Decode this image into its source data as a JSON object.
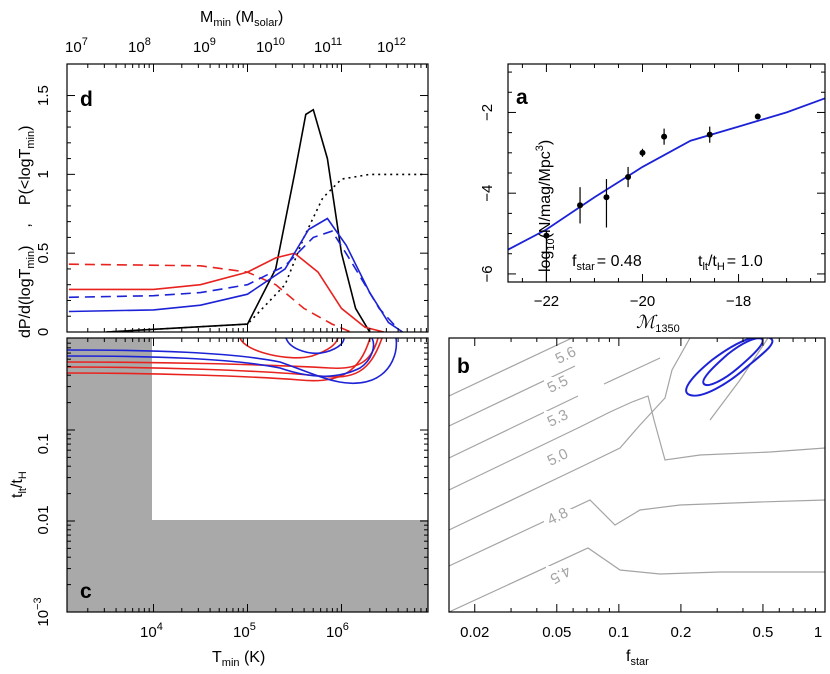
{
  "colors": {
    "red": "#e8231f",
    "blue": "#1c22d6",
    "black": "#000000",
    "grey": "#a9a9a9",
    "contour": "#a4a4a4"
  },
  "panels": {
    "d": {
      "letter": "d",
      "type": "line",
      "top_axis": {
        "label": "M",
        "label_sub": "min",
        "unit": " (M",
        "unit_sub": "solar",
        "unit_close": ")",
        "ticks": [
          {
            "b": "10",
            "e": "7"
          },
          {
            "b": "10",
            "e": "8"
          },
          {
            "b": "10",
            "e": "9"
          },
          {
            "b": "10",
            "e": "10"
          },
          {
            "b": "10",
            "e": "11"
          },
          {
            "b": "10",
            "e": "12"
          }
        ]
      },
      "y_label_parts": {
        "a": "dP/d(logT",
        "a_sub": "min",
        "a_close": ")",
        "sep": ",",
        "b": "P(<logT",
        "b_sub": "min",
        "b_close": ")"
      },
      "yticks": [
        "0",
        "0.5",
        "1",
        "1.5"
      ],
      "xlim_log": [
        3.08,
        6.92
      ],
      "ylim": [
        0,
        1.7
      ]
    },
    "c": {
      "letter": "c",
      "type": "contour",
      "x_label": "T",
      "x_label_sub": "min",
      "x_unit": " (K)",
      "y_label": "t",
      "y_label_sub1": "lt",
      "y_label_slash": "/t",
      "y_label_sub2": "H",
      "xticks": [
        {
          "b": "10",
          "e": "4"
        },
        {
          "b": "10",
          "e": "5"
        },
        {
          "b": "10",
          "e": "6"
        }
      ],
      "yticks": [
        {
          "t": "0.1"
        },
        {
          "t": "0.01"
        },
        {
          "b": "10",
          "e": "−3"
        }
      ],
      "shaded_region": {
        "tmin_below": 10000,
        "tlt_below": 0.01
      }
    },
    "a": {
      "letter": "a",
      "type": "scatter+line",
      "x_label": "ℳ",
      "x_label_sub": "1350",
      "y_label": "log",
      "y_label_sub": "10",
      "y_label_rest": "(N/mag/Mpc",
      "y_label_sup": "3",
      "y_label_close": ")",
      "xticks": [
        "−22",
        "−20",
        "−18"
      ],
      "yticks": [
        "−2",
        "−4",
        "−6"
      ],
      "annotation": {
        "f": "f",
        "f_sub": "star",
        "f_val": "= 0.48",
        "t": "t",
        "t_sub1": "lt",
        "t_slash": "/t",
        "t_sub2": "H",
        "t_val": "= 1.0"
      },
      "xlim": [
        -22.8,
        -16.2
      ],
      "ylim": [
        -6.2,
        -0.8
      ]
    },
    "b": {
      "letter": "b",
      "type": "contour",
      "x_label": "f",
      "x_label_sub": "star",
      "xticks": [
        "0.02",
        "0.05",
        "0.1",
        "0.2",
        "0.5",
        "1"
      ],
      "contour_labels": [
        "5.6",
        "5.5",
        "5.3",
        "5.0",
        "4.8",
        "4.5"
      ]
    }
  },
  "chart_data": [
    {
      "panel": "d",
      "type": "line",
      "series": [
        {
          "color": "black",
          "style": "solid",
          "x": [
            3.5,
            5.0,
            5.3,
            5.5,
            5.62,
            5.7,
            5.85,
            6.0,
            6.15,
            6.3
          ],
          "y": [
            0,
            0.05,
            0.4,
            1.0,
            1.38,
            1.41,
            1.1,
            0.5,
            0.15,
            0.0
          ]
        },
        {
          "color": "black",
          "style": "dotted",
          "x": [
            3.5,
            5.0,
            5.4,
            5.6,
            5.8,
            6.0,
            6.3,
            6.9
          ],
          "y": [
            0,
            0.05,
            0.3,
            0.6,
            0.85,
            0.97,
            1.0,
            1.0
          ]
        },
        {
          "color": "red",
          "style": "dashed",
          "x": [
            3.1,
            4.5,
            5.0,
            5.3,
            5.6,
            5.9,
            6.1
          ],
          "y": [
            0.43,
            0.42,
            0.38,
            0.3,
            0.15,
            0.05,
            0.0
          ]
        },
        {
          "color": "red",
          "style": "solid",
          "x": [
            3.1,
            4.0,
            4.5,
            5.0,
            5.3,
            5.5,
            5.75,
            6.0,
            6.25,
            6.45
          ],
          "y": [
            0.27,
            0.27,
            0.3,
            0.38,
            0.47,
            0.5,
            0.38,
            0.15,
            0.03,
            0.0
          ]
        },
        {
          "color": "blue",
          "style": "dashed",
          "x": [
            3.1,
            4.0,
            4.5,
            5.0,
            5.4,
            5.7,
            5.9,
            6.1,
            6.4,
            6.6
          ],
          "y": [
            0.22,
            0.23,
            0.25,
            0.3,
            0.42,
            0.6,
            0.64,
            0.45,
            0.15,
            0.02
          ]
        },
        {
          "color": "blue",
          "style": "solid",
          "x": [
            3.1,
            4.0,
            4.5,
            5.0,
            5.4,
            5.65,
            5.85,
            6.05,
            6.3,
            6.5,
            6.65
          ],
          "y": [
            0.13,
            0.14,
            0.17,
            0.24,
            0.4,
            0.65,
            0.72,
            0.55,
            0.25,
            0.06,
            0.0
          ]
        }
      ]
    },
    {
      "panel": "a",
      "type": "scatter",
      "points": [
        {
          "x": -22.0,
          "y": -5.05,
          "lo": -6.2,
          "hi": -4.95
        },
        {
          "x": -21.3,
          "y": -4.3,
          "lo": -4.75,
          "hi": -3.85
        },
        {
          "x": -20.75,
          "y": -4.1,
          "lo": -4.85,
          "hi": -3.65
        },
        {
          "x": -20.3,
          "y": -3.6,
          "lo": -3.85,
          "hi": -3.35
        },
        {
          "x": -20.0,
          "y": -3.0,
          "lo": -3.1,
          "hi": -2.9
        },
        {
          "x": -19.55,
          "y": -2.6,
          "lo": -2.8,
          "hi": -2.4
        },
        {
          "x": -18.6,
          "y": -2.55,
          "lo": -2.75,
          "hi": -2.35
        },
        {
          "x": -17.6,
          "y": -2.1,
          "lo": -2.17,
          "hi": -2.03
        }
      ],
      "model_line": {
        "x": [
          -22.8,
          -22.0,
          -21.0,
          -20.0,
          -19.0,
          -18.0,
          -17.0,
          -16.2
        ],
        "y": [
          -5.4,
          -4.9,
          -4.1,
          -3.35,
          -2.7,
          -2.35,
          -2.0,
          -1.65
        ]
      }
    }
  ]
}
